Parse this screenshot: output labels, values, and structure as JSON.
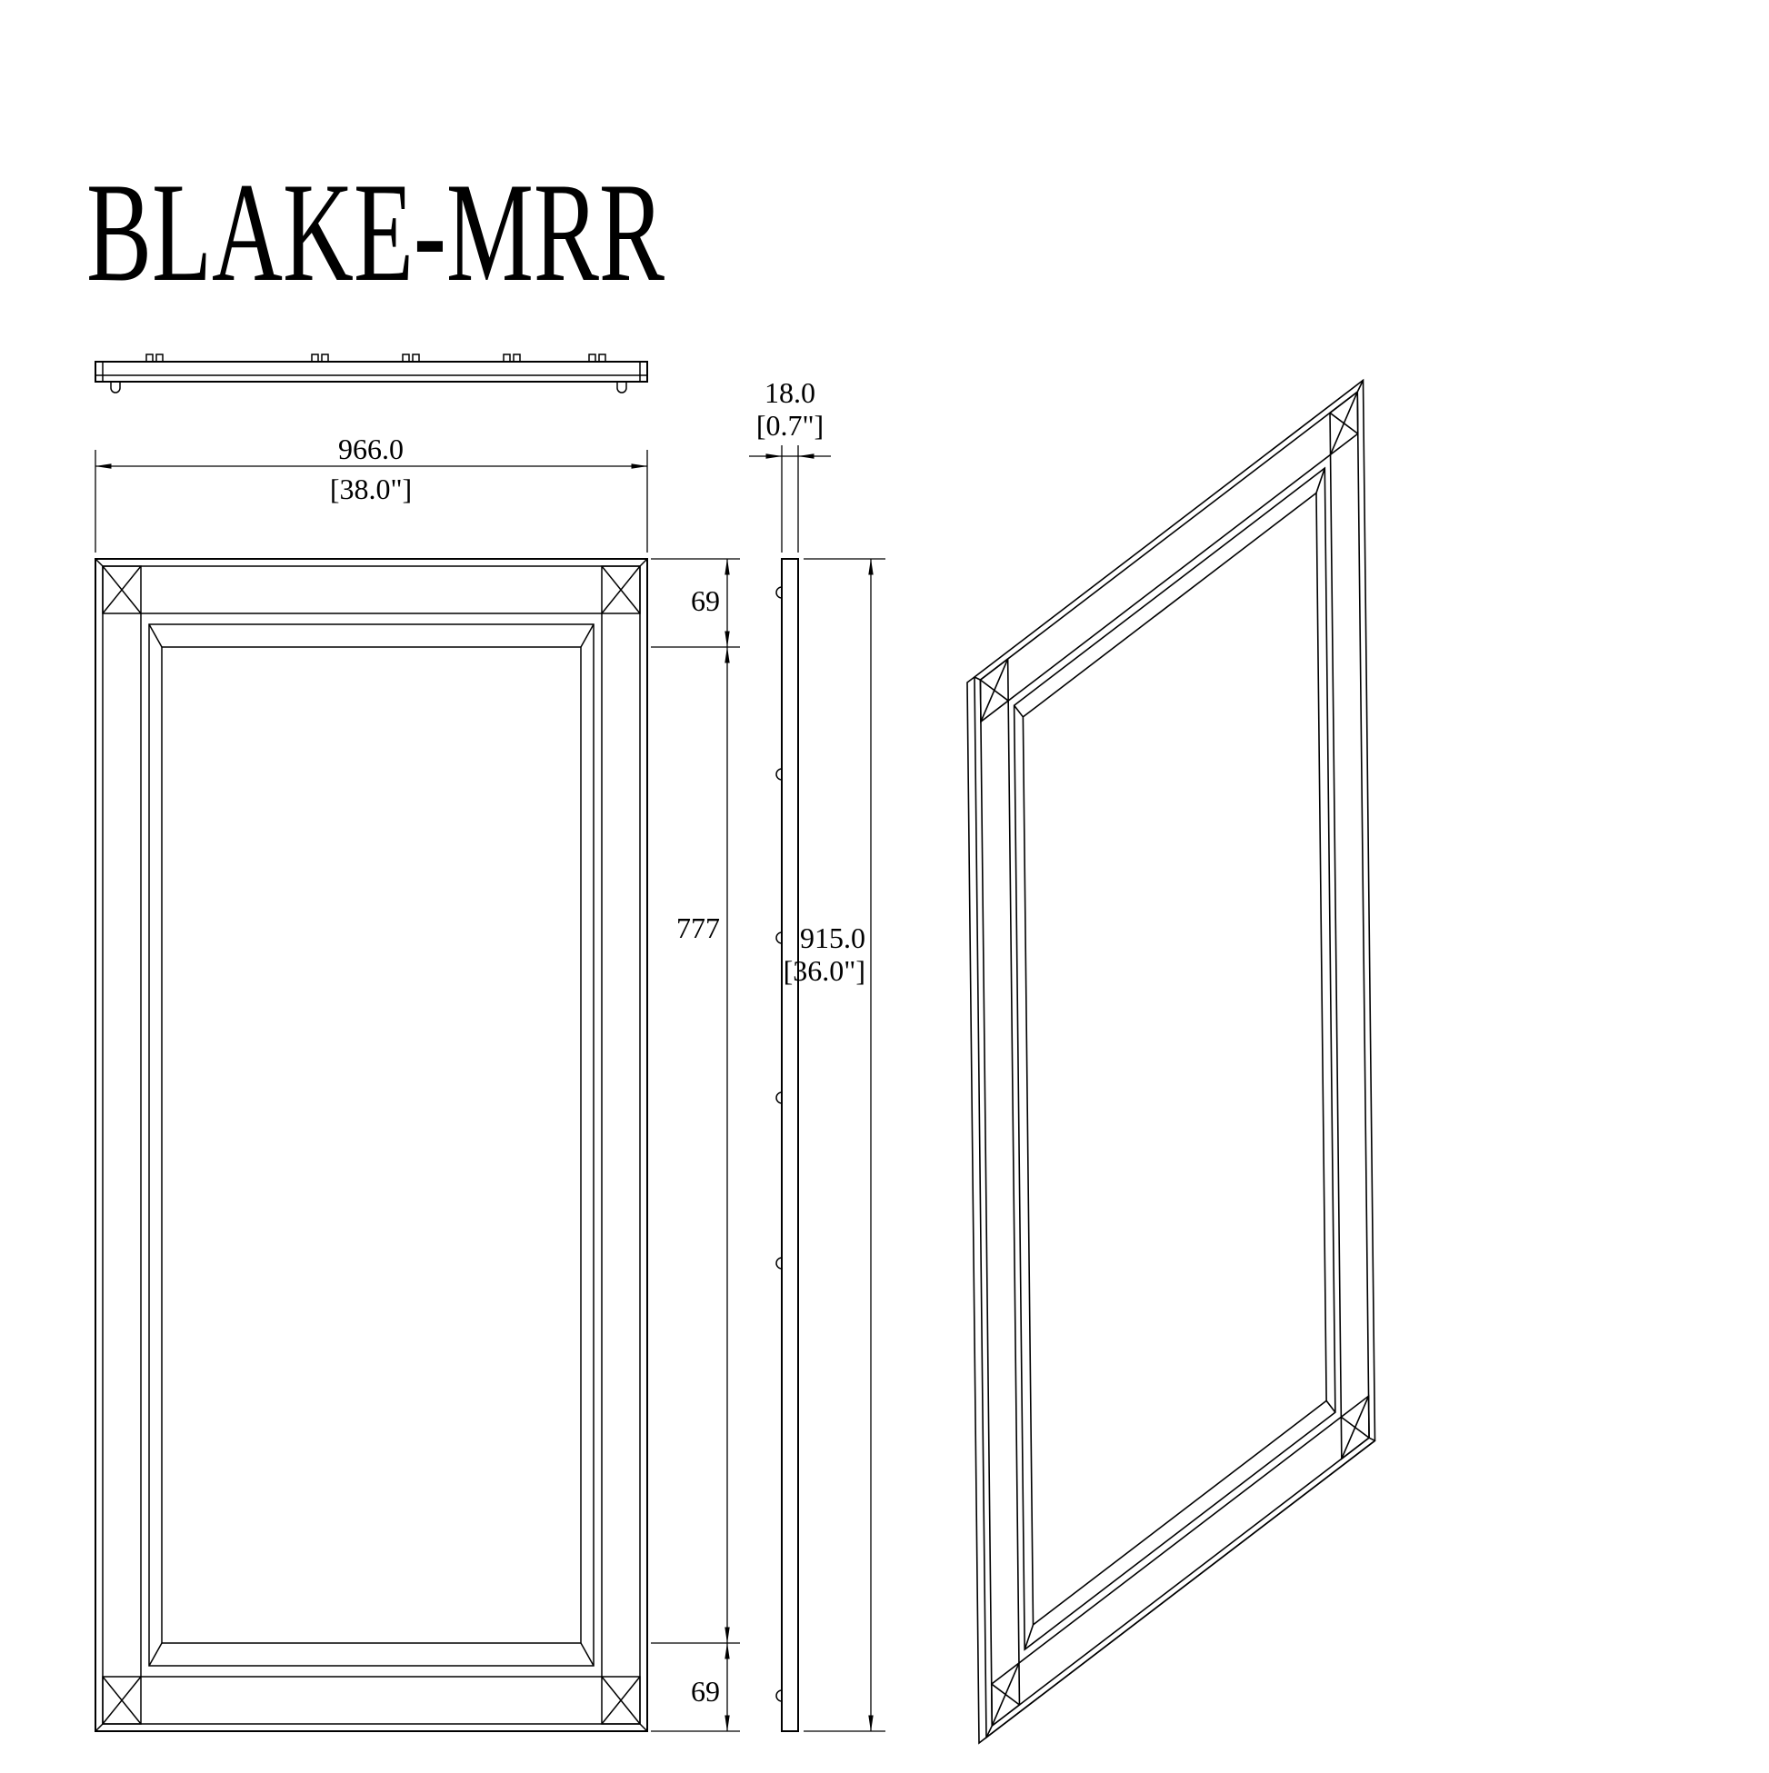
{
  "title": "BLAKE-MRR",
  "dimensions": {
    "width": {
      "mm": "966.0",
      "inches": "[38.0\"]"
    },
    "overall_height": {
      "mm": "915.0",
      "inches": "[36.0\"]"
    },
    "thickness": {
      "mm": "18.0",
      "inches": "[0.7\"]"
    },
    "frame_top": "69",
    "mirror_height": "777",
    "frame_bottom": "69"
  },
  "colors": {
    "line": "#000000",
    "background": "#ffffff"
  }
}
